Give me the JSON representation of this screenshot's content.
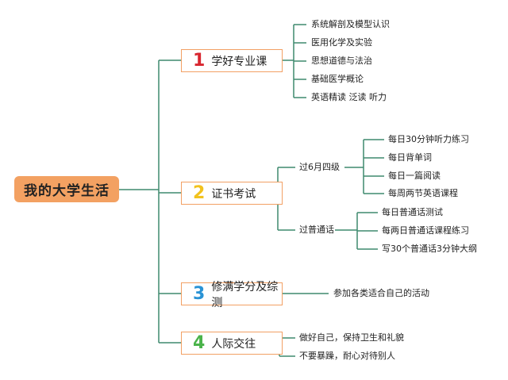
{
  "root": "我的大学生活",
  "colors": {
    "line": "#3f8a6f",
    "root_fill": "#f3a162",
    "branch_border": "#f2a064",
    "num1": "#d8262f",
    "num2": "#f2c21d",
    "num3": "#2a93d5",
    "num4": "#4bb34b"
  },
  "branches": [
    {
      "num": "1",
      "label": "学好专业课",
      "items": [
        "系统解剖及模型认识",
        "医用化学及实验",
        "思想道德与法治",
        "基础医学概论",
        "英语精读 泛读 听力"
      ]
    },
    {
      "num": "2",
      "label": "证书考试",
      "groups": [
        {
          "label": "过6月四级",
          "items": [
            "每日30分钟听力练习",
            "每日背单词",
            "每日一篇阅读",
            "每周两节英语课程"
          ]
        },
        {
          "label": "过普通话",
          "items": [
            "每日普通话测试",
            "每两日普通话课程练习",
            "写30个普通话3分钟大纲"
          ]
        }
      ]
    },
    {
      "num": "3",
      "label": "修满学分及综测",
      "items": [
        "参加各类适合自己的活动"
      ]
    },
    {
      "num": "4",
      "label": "人际交往",
      "items": [
        "做好自己，保持卫生和礼貌",
        "不要暴躁，耐心对待别人"
      ]
    }
  ]
}
